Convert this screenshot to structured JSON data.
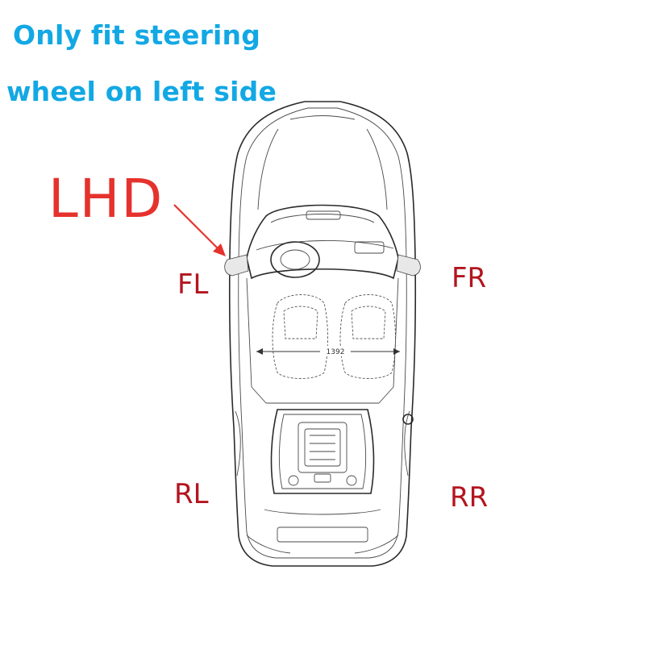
{
  "headline": {
    "line1": "Only fit steering",
    "line2": "wheel on left side"
  },
  "badge": {
    "lhd": "LHD"
  },
  "positions": {
    "fl": "FL",
    "fr": "FR",
    "rl": "RL",
    "rr": "RR"
  },
  "diagram": {
    "width_dimension": "1392"
  },
  "colors": {
    "headline": "#12a8e4",
    "lhd": "#e5322d",
    "position_labels": "#b3151f",
    "arrow": "#e5322d"
  }
}
